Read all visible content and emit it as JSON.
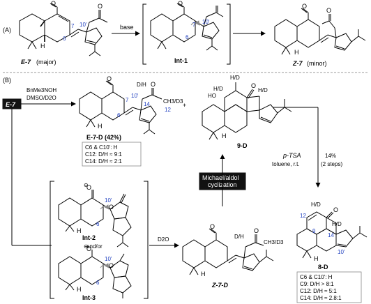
{
  "panelA": {
    "label": "(A)",
    "arrow_label": "base",
    "E7": {
      "name": "E-7",
      "note": "(major)",
      "num7": "7",
      "num6": "6",
      "num10": "10'"
    },
    "int1": {
      "name": "Int-1",
      "num7": "7",
      "num6": "6",
      "num10": "10'"
    },
    "Z7": {
      "name": "Z-7",
      "note": "(minor)"
    },
    "H": "H"
  },
  "panelB": {
    "label": "(B)",
    "start": "E-7",
    "reagents": [
      "BnMe3NOH",
      "DMSO/D2O"
    ],
    "E7D": {
      "name": "E-7-D (42%)",
      "labels": {
        "dh": "D/H",
        "n7": "7",
        "n10": "10'",
        "n6": "6",
        "n14": "14",
        "n12": "12",
        "me": "CH3/D3"
      },
      "box": [
        "C6 & C10': H",
        "C12: D/H ≈ 9:1",
        "C14: D/H ≈ 2:1"
      ]
    },
    "plus": "+",
    "nine": {
      "name": "9-D",
      "ho": "HO",
      "hd1": "H/D",
      "hd2": "H/D",
      "hd3": "H/D",
      "o": "O"
    },
    "michael": [
      "Michael/aldol",
      "cyclization"
    ],
    "acid": {
      "reagent": "p-TSA",
      "solvent": "toluene, r.t.",
      "yield": "14%",
      "steps": "(2 steps)"
    },
    "int2": {
      "name": "Int-2",
      "n10": "10'",
      "n6": "6",
      "o": "O"
    },
    "andor": "and/or",
    "int3": {
      "name": "Int-3",
      "n10": "10'",
      "n6": "6",
      "o": "O"
    },
    "d2o": "D2O",
    "Z7D": {
      "name": "Z-7-D",
      "dh": "D/H",
      "me": "CH3/D3"
    },
    "eightD": {
      "name": "8-D",
      "labels": {
        "hd1": "H/D",
        "hd2": "H/D",
        "n12": "12",
        "n9": "9",
        "n14": "14",
        "n10": "10'",
        "o": "O"
      },
      "box": [
        "C6 & C10': H",
        "C9: D/H > 8:1",
        "C12: D/H ≈ 5:1",
        "C14: D/H ≈ 2.8:1"
      ]
    },
    "H": "H"
  }
}
